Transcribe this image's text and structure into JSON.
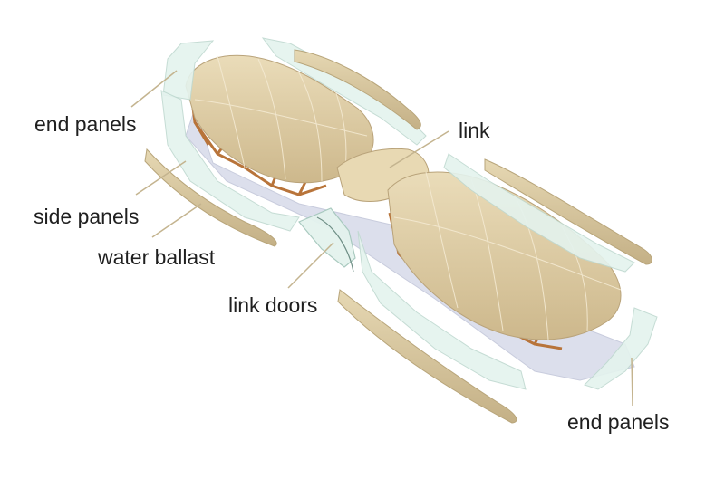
{
  "title": "",
  "labels": {
    "end_panels_top": "end panels",
    "side_panels": "side panels",
    "water_ballast": "water ballast",
    "link_doors": "link doors",
    "link": "link",
    "end_panels_bottom": "end panels"
  },
  "colors": {
    "canopy": "#e0cfa6",
    "canopy_shade": "#cbb68a",
    "glass": "#e4f3ee",
    "glass_edge": "#bfd9d0",
    "ballast": "#d9c9a1",
    "ballast_edge": "#b8a57a",
    "frame": "#b8743a",
    "floor": "#d6d9e8",
    "leader": "#c4b48f",
    "text": "#1f1f1f"
  }
}
